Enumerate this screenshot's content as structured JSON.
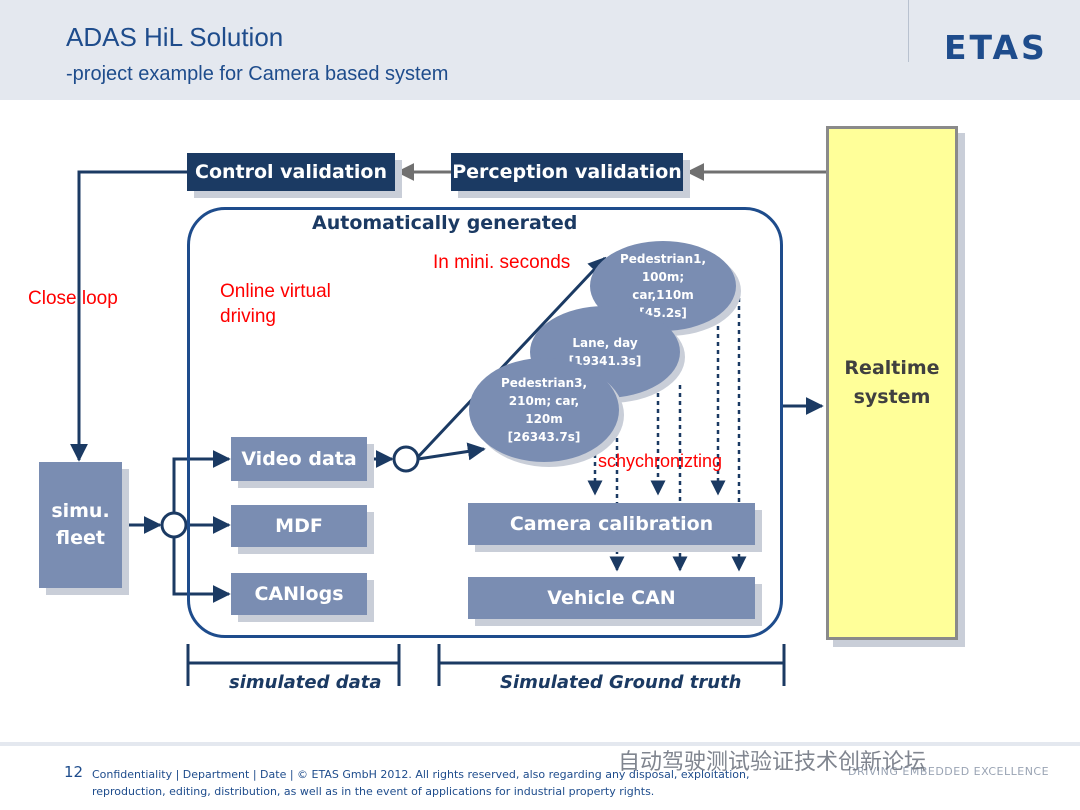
{
  "header": {
    "title": "ADAS HiL Solution",
    "subtitle": "-project example for Camera based system",
    "logo": "ETAS"
  },
  "diagram": {
    "control_validation": "Control validation",
    "perception_validation": "Perception validation",
    "automatically_generated": "Automatically generated",
    "in_mini_seconds": "In mini. seconds",
    "online_virtual_driving": [
      "Online virtual",
      "driving"
    ],
    "close_loop": "Close loop",
    "simu_fleet": [
      "simu.",
      "fleet"
    ],
    "video_data": "Video data",
    "mdf": "MDF",
    "canlogs": "CANlogs",
    "scenario1": [
      "Pedestrian1,",
      "100m;",
      "car,110m",
      "[45.2s]"
    ],
    "scenario2": [
      "Lane, day",
      "[19341.3s]"
    ],
    "scenario3": [
      "Pedestrian3,",
      "210m; car,",
      "120m",
      "[26343.7s]"
    ],
    "synchronizing": "schychronizting",
    "camera_calibration": "Camera calibration",
    "vehicle_can": "Vehicle CAN",
    "realtime_system": [
      "Realtime",
      "system"
    ],
    "simulated_data": "simulated data",
    "simulated_ground_truth": "Simulated Ground truth"
  },
  "footer": {
    "page_number": "12",
    "confidentiality": "Confidentiality | Department | Date | © ETAS GmbH 2012. All rights reserved, also regarding any disposal, exploitation, reproduction, editing, distribution, as well as in the event of applications for industrial property rights.",
    "tagline": "DRIVING EMBEDDED EXCELLENCE",
    "watermark": "自动驾驶测试验证技术创新论坛"
  },
  "colors": {
    "dark_box": "#1b3a63",
    "mid_box": "#7a8db2",
    "realtime_fill": "#ffff99",
    "annotation_red": "#ff0000",
    "title_blue": "#1e4c8c"
  }
}
